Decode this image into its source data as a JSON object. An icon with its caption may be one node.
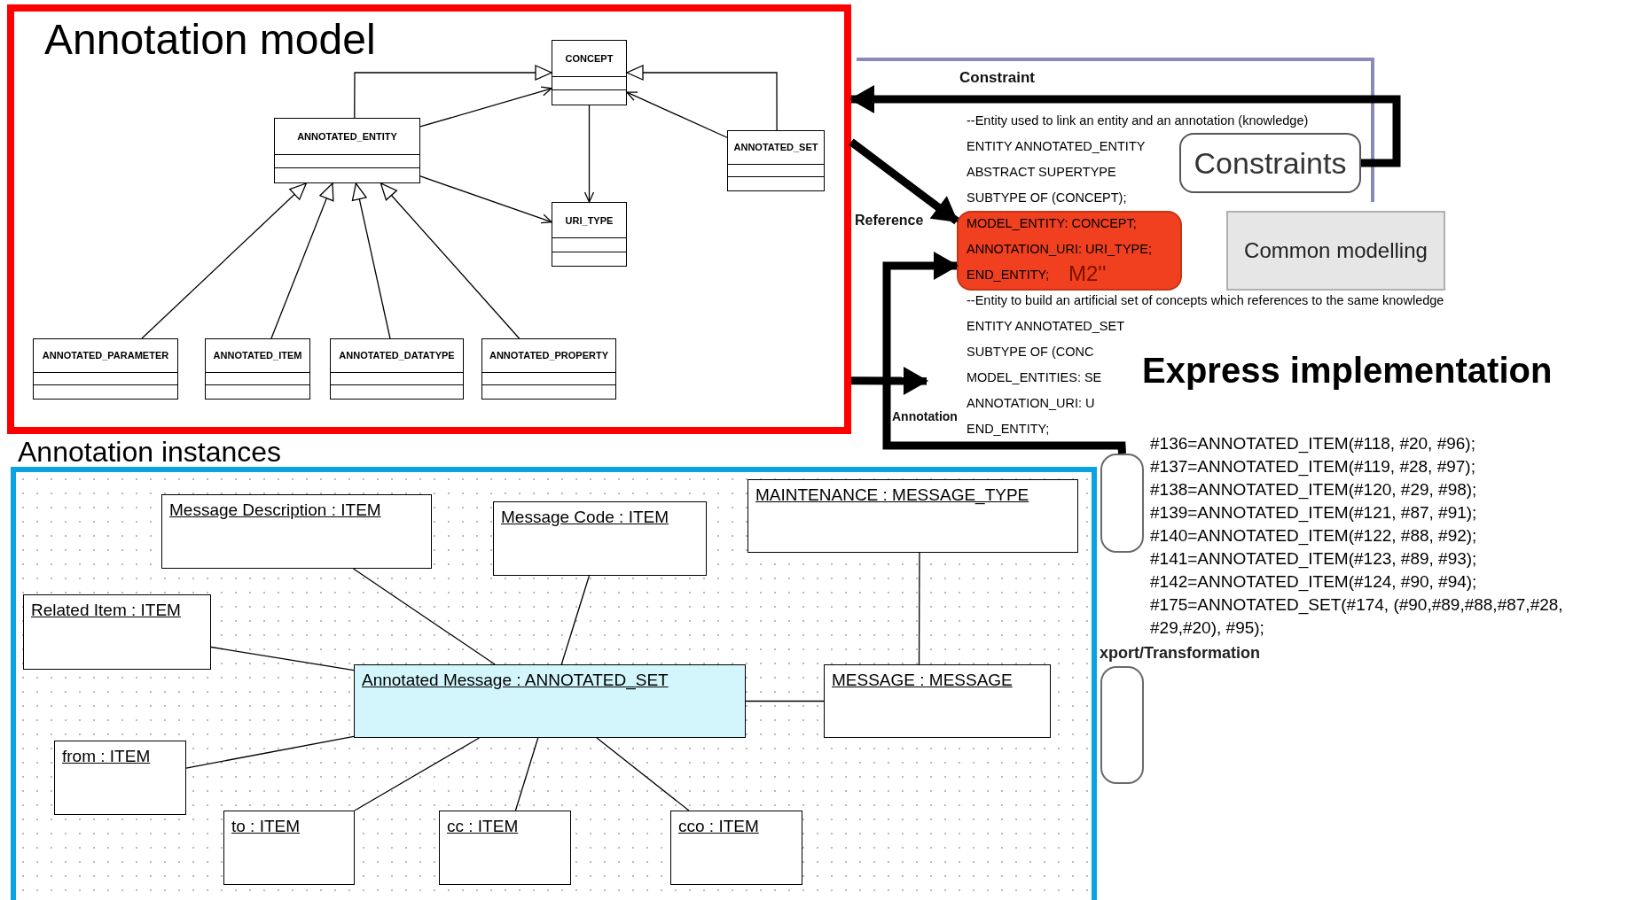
{
  "diagram": {
    "nodes": [
      {
        "text": [
          "Annotation model"
        ]
      },
      {
        "text": [
          "CONCEPT"
        ],
        "in": 0
      },
      {
        "text": [
          "ANNOTATED_ENTITY"
        ],
        "in": 0
      },
      {
        "text": [
          "ANNOTATED_SET"
        ],
        "in": 0
      },
      {
        "text": [
          "URI_TYPE"
        ],
        "in": 0
      },
      {
        "text": [
          "ANNOTATED_PARAMETER"
        ],
        "in": 0
      },
      {
        "text": [
          "ANNOTATED_ITEM"
        ],
        "in": 0
      },
      {
        "text": [
          "ANNOTATED_DATATYPE"
        ],
        "in": 0
      },
      {
        "text": [
          "ANNOTATED_PROPERTY"
        ],
        "in": 0
      },
      {
        "text": [
          "Annotation instances"
        ]
      },
      {
        "text": [
          "Message Description : ITEM"
        ],
        "in": 9
      },
      {
        "text": [
          "Message Code : ITEM"
        ],
        "in": 9
      },
      {
        "text": [
          "MAINTENANCE : MESSAGE_TYPE"
        ],
        "in": 9
      },
      {
        "text": [
          "Related Item : ITEM"
        ],
        "in": 9
      },
      {
        "text": [
          "Annotated Message : ANNOTATED_SET"
        ],
        "in": 9
      },
      {
        "text": [
          "MESSAGE : MESSAGE"
        ],
        "in": 9
      },
      {
        "text": [
          "from : ITEM"
        ],
        "in": 9
      },
      {
        "text": [
          "to : ITEM"
        ],
        "in": 9
      },
      {
        "text": [
          "cc : ITEM"
        ],
        "in": 9
      },
      {
        "text": [
          "cco : ITEM"
        ],
        "in": 9
      },
      {
        "text": [
          "Constraints"
        ]
      },
      {
        "text": [
          "M2''"
        ]
      },
      {
        "text": [
          "Common modelling"
        ]
      },
      {
        "text": [],
        "shape": "box"
      },
      {
        "text": [],
        "shape": "box"
      }
    ],
    "edges": [
      {
        "from": 2,
        "to": 1,
        "arrow": "to"
      },
      {
        "from": 2,
        "to": 1,
        "arrow": "to"
      },
      {
        "from": 3,
        "to": 1,
        "arrow": "to"
      },
      {
        "from": 3,
        "to": 1,
        "arrow": "to"
      },
      {
        "from": 1,
        "to": 4,
        "arrow": "to"
      },
      {
        "from": 2,
        "to": 4,
        "arrow": "to"
      },
      {
        "from": 5,
        "to": 2,
        "arrow": "to"
      },
      {
        "from": 6,
        "to": 2,
        "arrow": "to"
      },
      {
        "from": 7,
        "to": 2,
        "arrow": "to"
      },
      {
        "from": 8,
        "to": 2,
        "arrow": "to"
      },
      {
        "from": 10,
        "to": 14,
        "arrow": "none"
      },
      {
        "from": 11,
        "to": 14,
        "arrow": "none"
      },
      {
        "from": 12,
        "to": 15,
        "arrow": "none"
      },
      {
        "from": 13,
        "to": 14,
        "arrow": "none"
      },
      {
        "from": 14,
        "to": 15,
        "arrow": "none"
      },
      {
        "from": 16,
        "to": 14,
        "arrow": "none"
      },
      {
        "from": 17,
        "to": 14,
        "arrow": "none"
      },
      {
        "from": 18,
        "to": 14,
        "arrow": "none"
      },
      {
        "from": 19,
        "to": 14,
        "arrow": "none"
      },
      {
        "from": 20,
        "to": 0,
        "arrow": "to",
        "label": "Constraint",
        "style": "thick"
      },
      {
        "from": 0,
        "to": 21,
        "arrow": "to",
        "label": "Reference",
        "style": "thick"
      },
      {
        "from": 0,
        "to": null,
        "arrow": "to",
        "style": "thick"
      },
      {
        "from": 23,
        "to": 21,
        "arrow": "to",
        "label": "Annotation",
        "style": "thick"
      }
    ],
    "labels": [
      "--Entity used to link an entity and an annotation (knowledge)",
      "ENTITY ANNOTATED_ENTITY",
      "ABSTRACT SUPERTYPE",
      "SUBTYPE OF (CONCEPT);",
      "MODEL_ENTITY: CONCEPT;",
      "ANNOTATION_URI: URI_TYPE;",
      "END_ENTITY;",
      "--Entity to build an artificial set of concepts which references to the same knowledge",
      "ENTITY ANNOTATED_SET",
      "SUBTYPE OF (CONC",
      "MODEL_ENTITIES: SE",
      "ANNOTATION_URI: U",
      "END_ENTITY;",
      "Express implementation",
      "#136=ANNOTATED_ITEM(#118, #20, #96);",
      "#137=ANNOTATED_ITEM(#119, #28, #97);",
      "#138=ANNOTATED_ITEM(#120, #29, #98);",
      "#139=ANNOTATED_ITEM(#121, #87, #91);",
      "#140=ANNOTATED_ITEM(#122, #88, #92);",
      "#141=ANNOTATED_ITEM(#123, #89, #93);",
      "#142=ANNOTATED_ITEM(#124, #90, #94);",
      "#175=ANNOTATED_SET(#174, (#90,#89,#88,#87,#28, #29,#20), #95);",
      "xport/Transformation"
    ]
  }
}
